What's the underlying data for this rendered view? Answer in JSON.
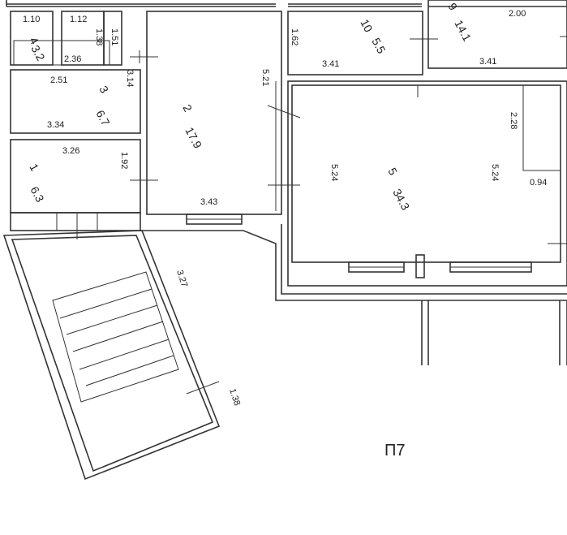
{
  "floor_label": "П7",
  "rooms": [
    {
      "id": "1",
      "number": "1",
      "area": "6.3"
    },
    {
      "id": "2",
      "number": "2",
      "area": "17.9"
    },
    {
      "id": "3",
      "number": "3",
      "area": "6.7"
    },
    {
      "id": "4",
      "number": "4",
      "area": "3.2"
    },
    {
      "id": "5",
      "number": "5",
      "area": "34.3"
    },
    {
      "id": "9",
      "number": "9",
      "area": "14.1"
    },
    {
      "id": "10",
      "number": "10",
      "area": "5.5"
    }
  ],
  "dimensions": {
    "d_1_10": "1.10",
    "d_1_12": "1.12",
    "d_1_38_top": "1.38",
    "d_1_51": "1.51",
    "d_2_36": "2.36",
    "d_2_51": "2.51",
    "d_3_14": "3.14",
    "d_3_34": "3.34",
    "d_3_26": "3.26",
    "d_1_92": "1.92",
    "d_5_21": "5.21",
    "d_3_43": "3.43",
    "d_1_62": "1.62",
    "d_3_41_r10": "3.41",
    "d_2_00": "2.00",
    "d_3_41_r9": "3.41",
    "d_2_28": "2.28",
    "d_5_24_left": "5.24",
    "d_5_24_right": "5.24",
    "d_0_94": "0.94",
    "d_3_27": "3.27",
    "d_1_38_stair": "1.38"
  }
}
